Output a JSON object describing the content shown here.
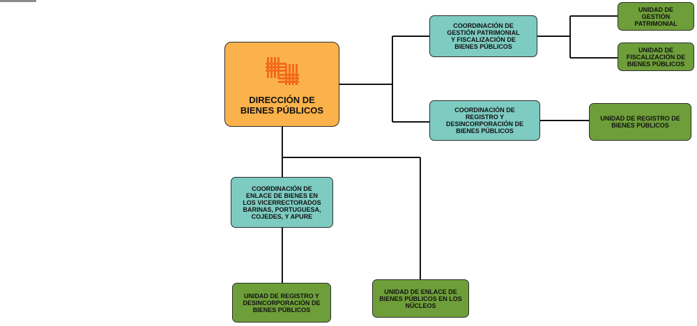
{
  "colors": {
    "root": "#fbb24a",
    "coordination": "#7dcbc1",
    "unit": "#6e9e3a",
    "logo": "#f26b1d",
    "line": "#111111"
  },
  "nodes": {
    "root": {
      "label": "DIRECCIÓN DE\nBIENES PÚBLICOS",
      "logo_icon": "institution-logo-icon"
    },
    "coord_gestion": {
      "label": "COORDINACIÓN DE\nGESTIÓN  PATRIMONIAL\nY FISCALIZACIÓN DE\nBIENES PÚBLICOS"
    },
    "coord_registro": {
      "label": "COORDINACIÓN DE\nREGISTRO Y\nDESINCORPORACIÓN DE\nBIENES PÚBLICOS"
    },
    "coord_enlace": {
      "label": "COORDINACIÓN DE\nENLACE DE BIENES EN\nLOS VICERRECTORADOS\nBARINAS, PORTUGUESA,\nCOJEDES, Y APURE"
    },
    "unit_gestion": {
      "label": "UNIDAD DE\nGESTIÓN\nPATRIMONIAL"
    },
    "unit_fiscalizacion": {
      "label": "UNIDAD DE\nFISCALIZACIÓN DE\nBIENES PÚBLICOS"
    },
    "unit_registro": {
      "label": "UNIDAD DE REGISTRO DE\nBIENES PÚBLICOS"
    },
    "unit_registro_desinc": {
      "label": "UNIDAD DE REGISTRO Y\nDESINCORPORACIÓN DE\nBIENES PÚBLICOS"
    },
    "unit_enlace_nucleos": {
      "label": "UNIDAD DE ENLACE DE\nBIENES PÚBLICOS EN LOS\nNÚCLEOS"
    }
  }
}
